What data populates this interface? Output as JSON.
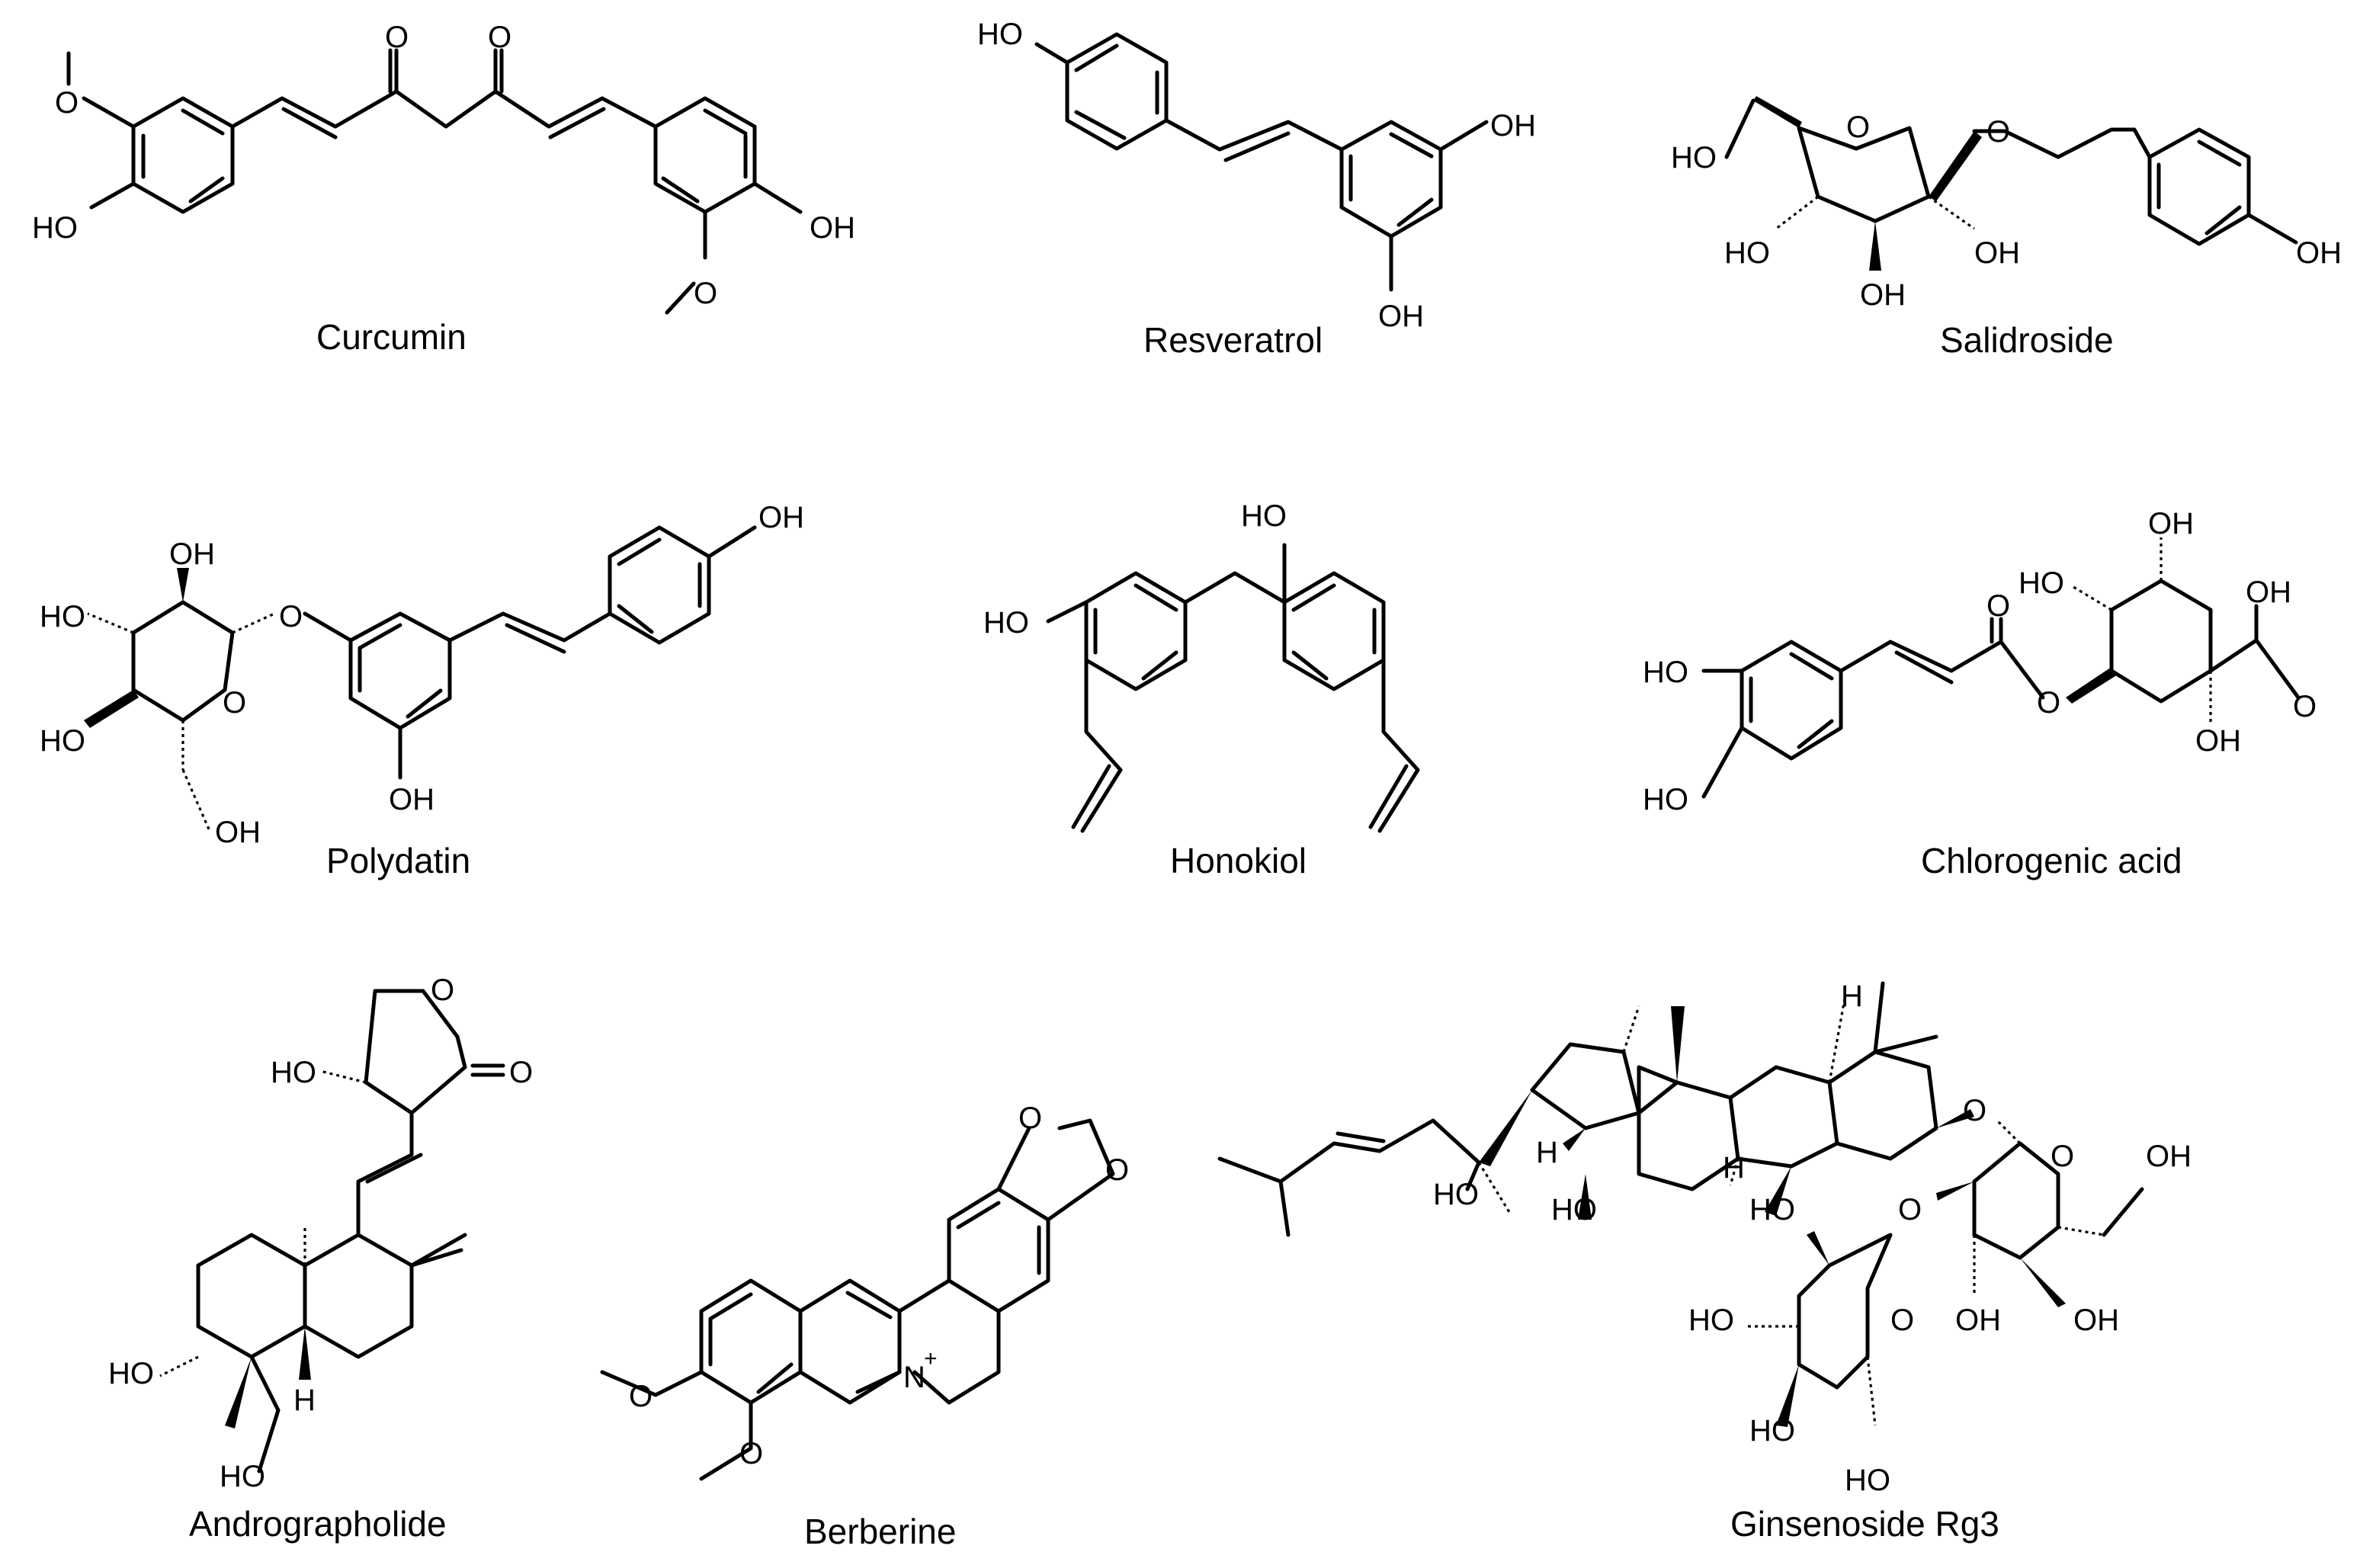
{
  "compounds": [
    {
      "name": "Curcumin",
      "atoms": {
        "o1": "O",
        "o2": "O",
        "oh1": "HO",
        "oh2": "OH",
        "om1": "O",
        "om2": "O"
      }
    },
    {
      "name": "Resveratrol",
      "atoms": {
        "oh1": "HO",
        "oh2": "OH",
        "oh3": "OH"
      }
    },
    {
      "name": "Salidroside",
      "atoms": {
        "ring_o": "O",
        "link_o": "O",
        "oh_ch2": "HO",
        "oh_2": "OH",
        "oh_3": "OH",
        "oh_4": "HO",
        "oh_ph": "OH"
      }
    },
    {
      "name": "Polydatin",
      "atoms": {
        "oh_a": "OH",
        "oh_b": "HO",
        "oh_c": "HO",
        "ring_o": "O",
        "oh_ch2": "OH",
        "link_o": "O",
        "oh_ar": "OH",
        "oh_ph": "OH"
      }
    },
    {
      "name": "Honokiol",
      "atoms": {
        "oh1": "HO",
        "oh2": "HO"
      }
    },
    {
      "name": "Chlorogenic acid",
      "atoms": {
        "oh1": "HO",
        "oh2": "HO",
        "ester_o": "O",
        "carbonyl_o": "O",
        "oh_q1": "OH",
        "oh_q2": "HO",
        "oh_q3": "OH",
        "acid_oh": "OH",
        "acid_o": "O"
      }
    },
    {
      "name": "Andrographolide",
      "atoms": {
        "ring_o": "O",
        "carbonyl_o": "O",
        "oh_lac": "HO",
        "oh_ring": "HO",
        "oh_ch2": "HO",
        "h": "H"
      }
    },
    {
      "name": "Berberine",
      "atoms": {
        "o1": "O",
        "o2": "O",
        "om1": "O",
        "om2": "O",
        "n": "N",
        "charge": "+"
      }
    },
    {
      "name": "Ginsenoside Rg3",
      "atoms": {
        "h1": "H",
        "h2": "H",
        "h3": "H",
        "oh_side": "HO",
        "oh_core": "HO",
        "o_gly1": "O",
        "s1_ring_o": "O",
        "s1_oh_ch2": "OH",
        "o_gly2": "O",
        "s1_oh_a": "OH",
        "s1_oh_b": "OH",
        "s2_oh_a": "HO",
        "s2_oh_b": "HO",
        "s2_ring_o": "O",
        "s2_oh_c": "HO",
        "s2_oh_ch2": "HO"
      }
    }
  ]
}
